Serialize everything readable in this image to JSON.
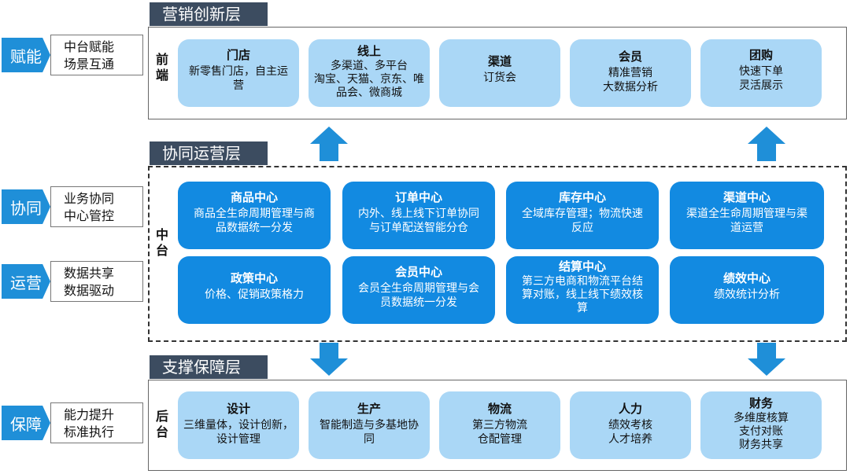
{
  "side_tags": [
    {
      "tag": "赋能",
      "lines": [
        "中台赋能",
        "场景互通"
      ]
    },
    {
      "tag": "协同",
      "lines": [
        "业务协同",
        "中心管控"
      ]
    },
    {
      "tag": "运营",
      "lines": [
        "数据共享",
        "数据驱动"
      ]
    },
    {
      "tag": "保障",
      "lines": [
        "能力提升",
        "标准执行"
      ]
    }
  ],
  "layers": {
    "marketing": "营销创新层",
    "operation": "协同运营层",
    "support": "支撑保障层"
  },
  "vertical_labels": {
    "front": [
      "前",
      "端"
    ],
    "middle": [
      "中",
      "台"
    ],
    "back": [
      "后",
      "台"
    ]
  },
  "front_cards": [
    {
      "title": "门店",
      "lines": [
        "新零售门店，自主运",
        "营"
      ]
    },
    {
      "title": "线上",
      "lines": [
        "多渠道、多平台",
        "淘宝、天猫、京东、唯",
        "品会、微商城"
      ]
    },
    {
      "title": "渠道",
      "lines": [
        "订货会"
      ]
    },
    {
      "title": "会员",
      "lines": [
        "精准营销",
        "大数据分析"
      ]
    },
    {
      "title": "团购",
      "lines": [
        "快速下单",
        "灵活展示"
      ]
    }
  ],
  "middle_cards": [
    {
      "title": "商品中心",
      "lines": [
        "商品全生命周期管理与商",
        "品数据统一分发"
      ]
    },
    {
      "title": "订单中心",
      "lines": [
        "内外、线上线下订单协同",
        "与订单配送智能分仓"
      ]
    },
    {
      "title": "库存中心",
      "lines": [
        "全域库存管理；物流快速",
        "反应"
      ]
    },
    {
      "title": "渠道中心",
      "lines": [
        "渠道全生命周期管理与渠",
        "道运营"
      ]
    },
    {
      "title": "政策中心",
      "lines": [
        "价格、促销政策格力"
      ]
    },
    {
      "title": "会员中心",
      "lines": [
        "会员全生命周期管理与会",
        "员数据统一分发"
      ]
    },
    {
      "title": "结算中心",
      "lines": [
        "第三方电商和物流平台结",
        "算对账，线上线下绩效核",
        "算"
      ]
    },
    {
      "title": "绩效中心",
      "lines": [
        "绩效统计分析"
      ]
    }
  ],
  "back_cards": [
    {
      "title": "设计",
      "lines": [
        "三维量体，设计创新，",
        "设计管理"
      ]
    },
    {
      "title": "生产",
      "lines": [
        "智能制造与多基地协",
        "同"
      ]
    },
    {
      "title": "物流",
      "lines": [
        "第三方物流",
        "仓配管理"
      ]
    },
    {
      "title": "人力",
      "lines": [
        "绩效考核",
        "人才培养"
      ]
    },
    {
      "title": "财务",
      "lines": [
        "多维度核算",
        "支付对账",
        "财务共享"
      ]
    }
  ],
  "colors": {
    "tag_blue": "#1f8fd8",
    "header_dark": "#3c4c60",
    "card_light": "#aad7f6",
    "card_dark": "#128ae1",
    "arrow_blue": "#1f8fd8"
  }
}
